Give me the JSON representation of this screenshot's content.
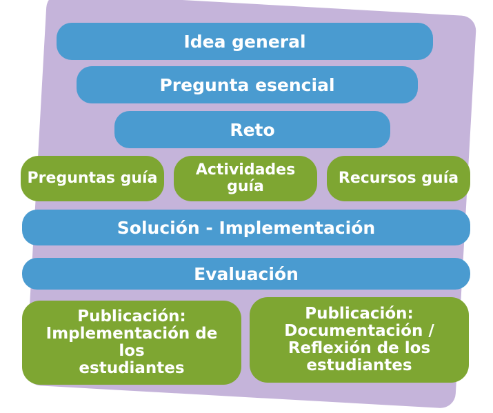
{
  "colors": {
    "background_panel": "#c5b4da",
    "blue_bar": "#4a9bd0",
    "green_bar": "#7ea632",
    "text": "#ffffff"
  },
  "stages": {
    "idea_general": "Idea general",
    "pregunta_esencial": "Pregunta esencial",
    "reto": "Reto",
    "preguntas_guia": "Preguntas guía",
    "actividades_guia": "Actividades\nguía",
    "recursos_guia": "Recursos guía",
    "solucion_implementacion": "Solución - Implementación",
    "evaluacion": "Evaluación",
    "publicacion_implementacion": "Publicación:\nImplementación de los\nestudiantes",
    "publicacion_documentacion": "Publicación:\nDocumentación /\nReflexión de los\nestudiantes"
  }
}
